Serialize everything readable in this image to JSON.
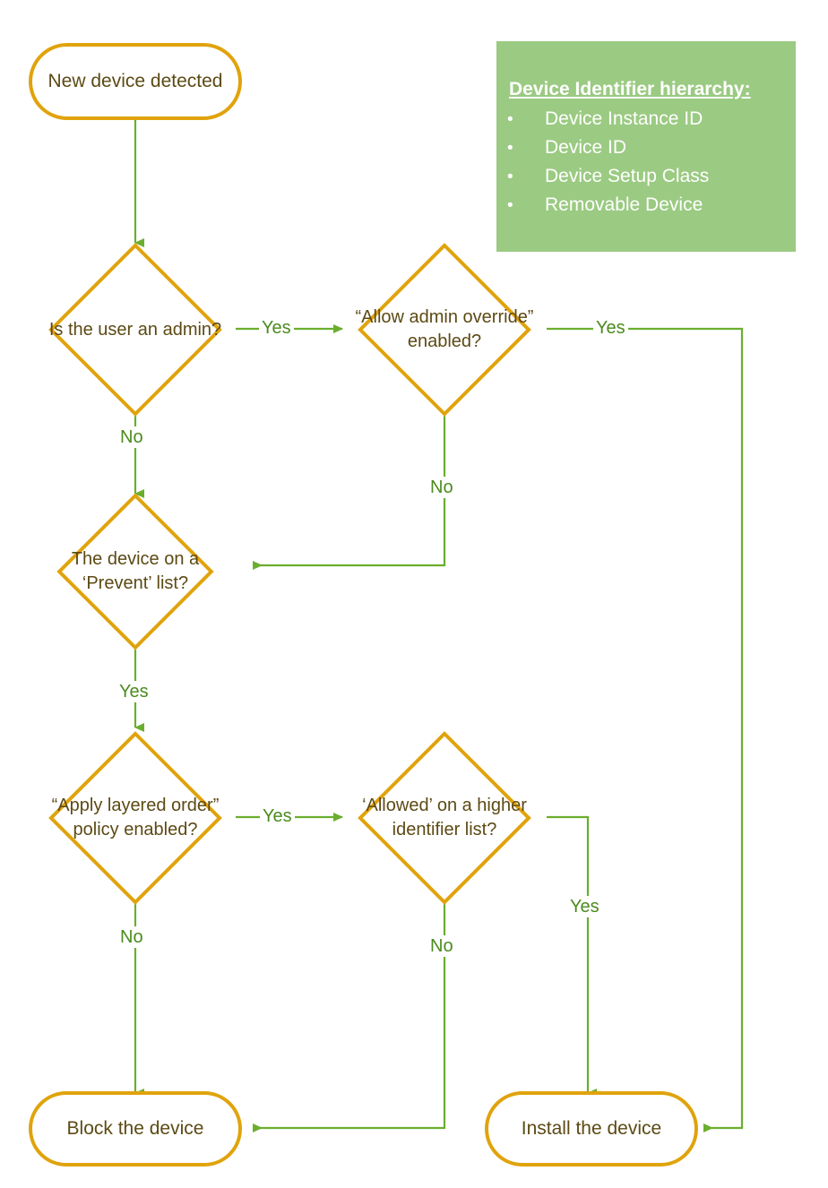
{
  "diagram": {
    "title": "Device installation policy evaluation flow",
    "colors": {
      "node_border": "#E0A30C",
      "node_text": "#5C4A14",
      "connector": "#6AAE2E",
      "legend_background": "#9BCA82",
      "legend_text": "#FFFFFF",
      "edge_label_text": "#4B8B1E",
      "canvas_background": "#FFFFFF"
    },
    "nodes": [
      {
        "id": "start",
        "type": "terminator",
        "label": "New device detected"
      },
      {
        "id": "is_admin",
        "type": "decision",
        "label": "Is the user an admin?"
      },
      {
        "id": "admin_override",
        "type": "decision",
        "label": "“Allow admin override” enabled?"
      },
      {
        "id": "prevent_list",
        "type": "decision",
        "label": "The device on a ‘Prevent’ list?"
      },
      {
        "id": "layered_order",
        "type": "decision",
        "label": "“Apply layered order” policy enabled?"
      },
      {
        "id": "allowed_higher",
        "type": "decision",
        "label": "‘Allowed’ on a higher identifier list?"
      },
      {
        "id": "block",
        "type": "terminator",
        "label": "Block the device"
      },
      {
        "id": "install",
        "type": "terminator",
        "label": "Install the device"
      }
    ],
    "edges": [
      {
        "id": "e-start-isadmin",
        "from": "start",
        "to": "is_admin",
        "label": ""
      },
      {
        "id": "e-isadmin-yes",
        "from": "is_admin",
        "to": "admin_override",
        "label": "Yes"
      },
      {
        "id": "e-isadmin-no",
        "from": "is_admin",
        "to": "prevent_list",
        "label": "No"
      },
      {
        "id": "e-override-yes",
        "from": "admin_override",
        "to": "install",
        "label": "Yes"
      },
      {
        "id": "e-override-no",
        "from": "admin_override",
        "to": "prevent_list",
        "label": "No"
      },
      {
        "id": "e-prevent-yes",
        "from": "prevent_list",
        "to": "layered_order",
        "label": "Yes"
      },
      {
        "id": "e-layered-yes",
        "from": "layered_order",
        "to": "allowed_higher",
        "label": "Yes"
      },
      {
        "id": "e-layered-no",
        "from": "layered_order",
        "to": "block",
        "label": "No"
      },
      {
        "id": "e-allowed-yes",
        "from": "allowed_higher",
        "to": "install",
        "label": "Yes"
      },
      {
        "id": "e-allowed-no",
        "from": "allowed_higher",
        "to": "block",
        "label": "No"
      }
    ]
  },
  "legend": {
    "title": "Device Identifier hierarchy:",
    "bullet": "•",
    "items": [
      {
        "label": "Device Instance ID"
      },
      {
        "label": "Device ID"
      },
      {
        "label": "Device Setup Class"
      },
      {
        "label": "Removable Device"
      }
    ]
  },
  "edge_labels": {
    "isadmin_yes": "Yes",
    "isadmin_no": "No",
    "override_yes": "Yes",
    "override_no": "No",
    "prevent_yes": "Yes",
    "layered_yes": "Yes",
    "layered_no": "No",
    "allowed_yes": "Yes",
    "allowed_no": "No"
  }
}
